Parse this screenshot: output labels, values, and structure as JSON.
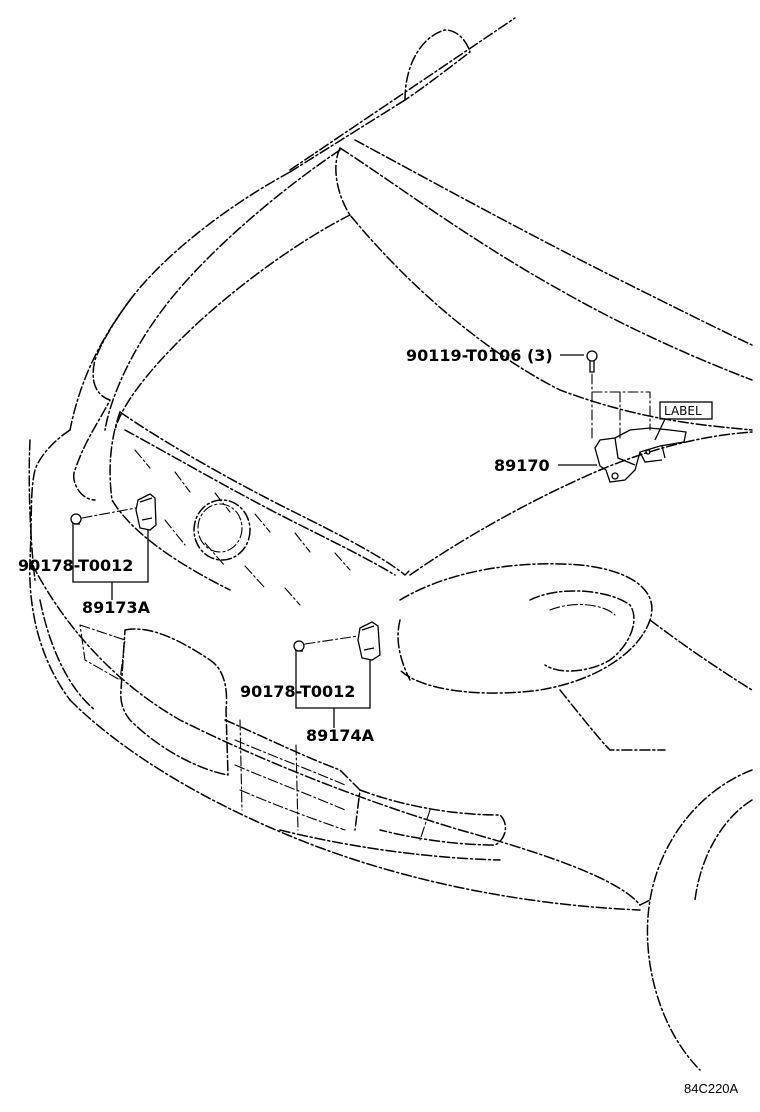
{
  "callouts": {
    "bolt_top": "90119-T0106 (3)",
    "sensor_center": "89170",
    "label_tag": "LABEL",
    "clip_left": "90178-T0012",
    "sensor_left": "89173A",
    "clip_right": "90178-T0012",
    "sensor_right": "89174A"
  },
  "figure_ref": "84C220A"
}
